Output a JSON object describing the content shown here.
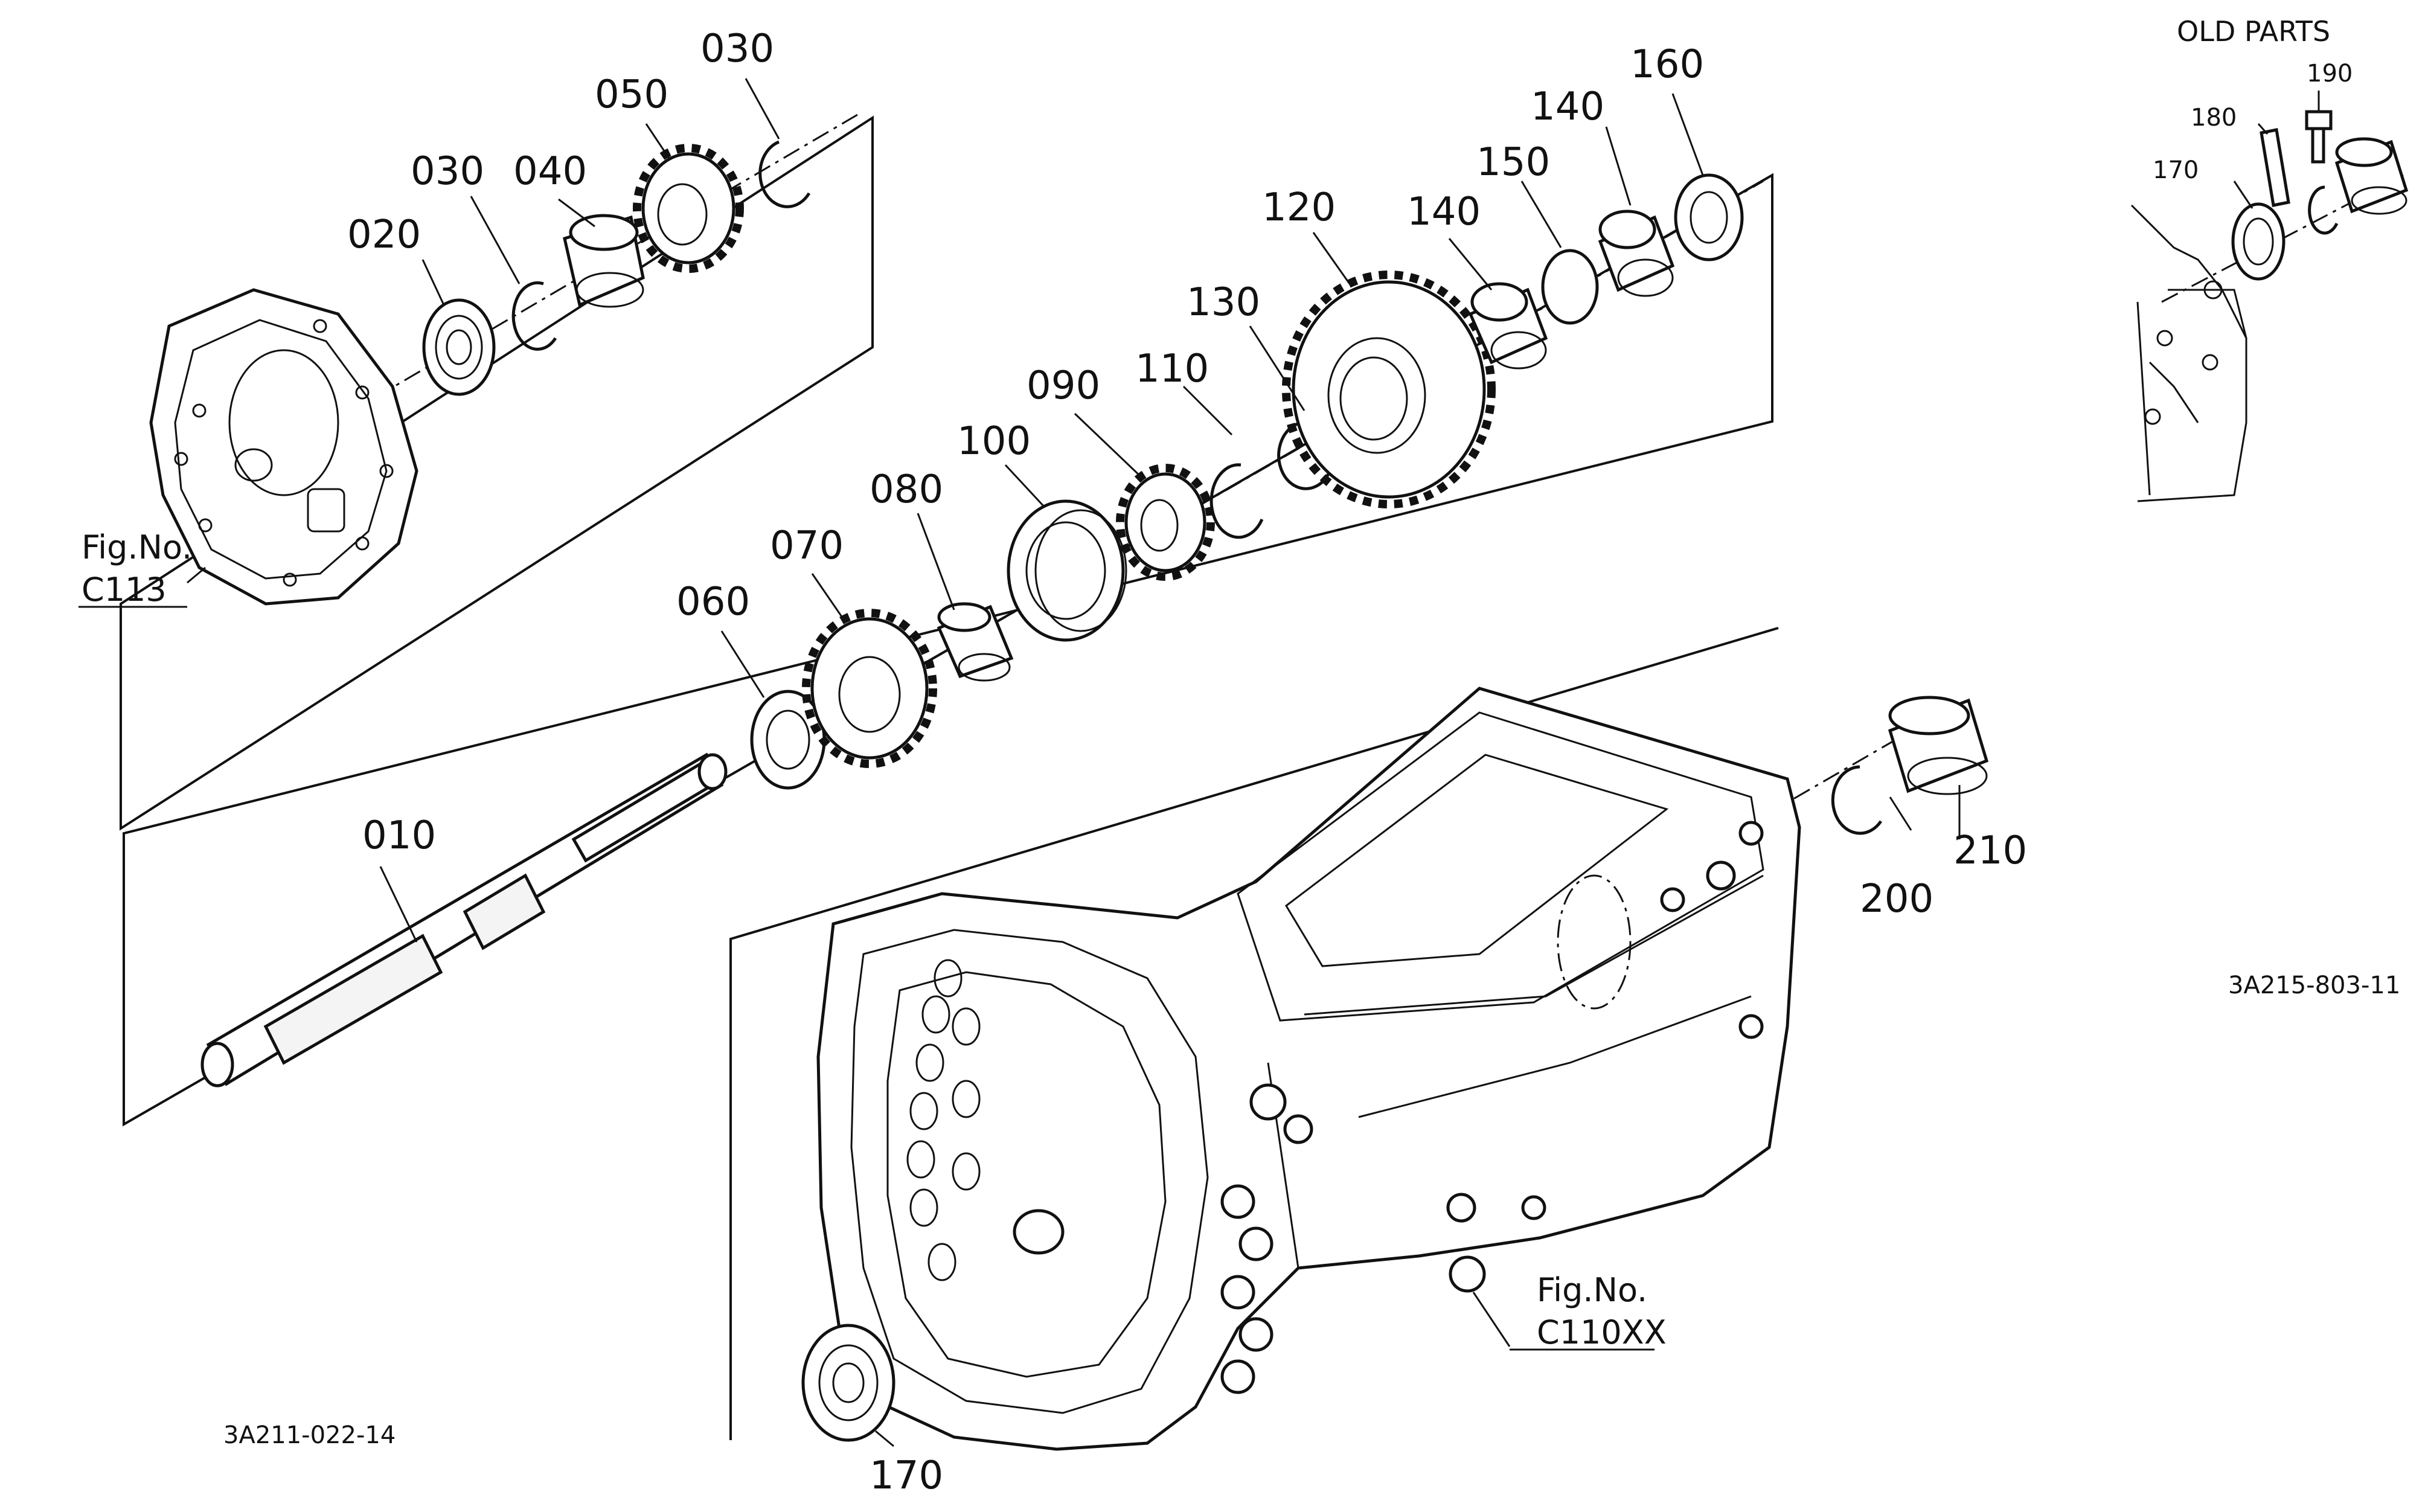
{
  "header": {
    "old_parts_title": "OLD PARTS"
  },
  "parts": {
    "p010": "010",
    "p020": "020",
    "p030a": "030",
    "p030b": "030",
    "p040": "040",
    "p050": "050",
    "p060": "060",
    "p070": "070",
    "p080": "080",
    "p090": "090",
    "p100": "100",
    "p110": "110",
    "p120": "120",
    "p130": "130",
    "p140a": "140",
    "p140b": "140",
    "p150": "150",
    "p160": "160",
    "p170": "170",
    "p200": "200",
    "p210": "210"
  },
  "old_parts": {
    "p170": "170",
    "p180": "180",
    "p190": "190"
  },
  "figure_refs": {
    "c113": {
      "label": "Fig.No.",
      "code": "C113"
    },
    "c110xx": {
      "label": "Fig.No.",
      "code": "C110XX"
    }
  },
  "drawing_codes": {
    "main": "3A211-022-14",
    "old_parts": "3A215-803-11"
  }
}
